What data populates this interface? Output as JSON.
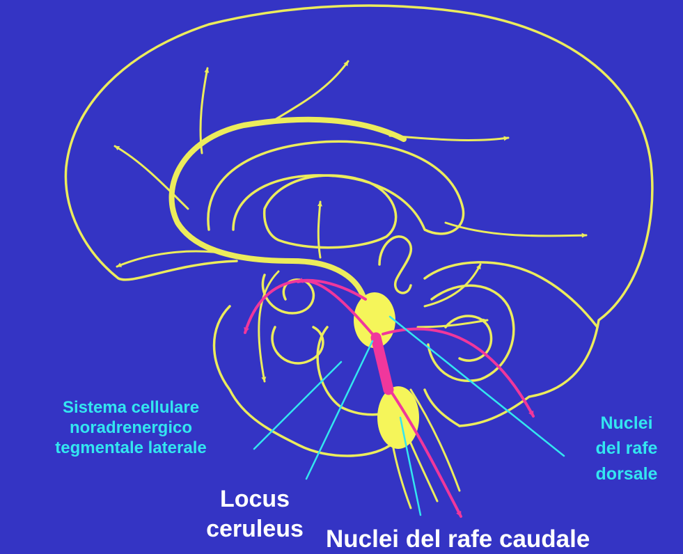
{
  "labels": {
    "tegmental": [
      "Sistema cellulare",
      "noradrenergico",
      "tegmentale laterale"
    ],
    "locus": [
      "Locus",
      "ceruleus"
    ],
    "dorsal_raphe": [
      "Nuclei",
      "del rafe",
      "dorsale"
    ],
    "caudal_raphe": "Nuclei del rafe caudale"
  },
  "colors": {
    "background": "#3434c4",
    "brain_outline": "#ecec5c",
    "serotonergic_nuclei": "#f5f55a",
    "noradrenergic_pathway": "#f0379c",
    "label_cyan": "#33e6f0",
    "label_white": "#ffffff",
    "pointer_line": "#33e6f0"
  }
}
